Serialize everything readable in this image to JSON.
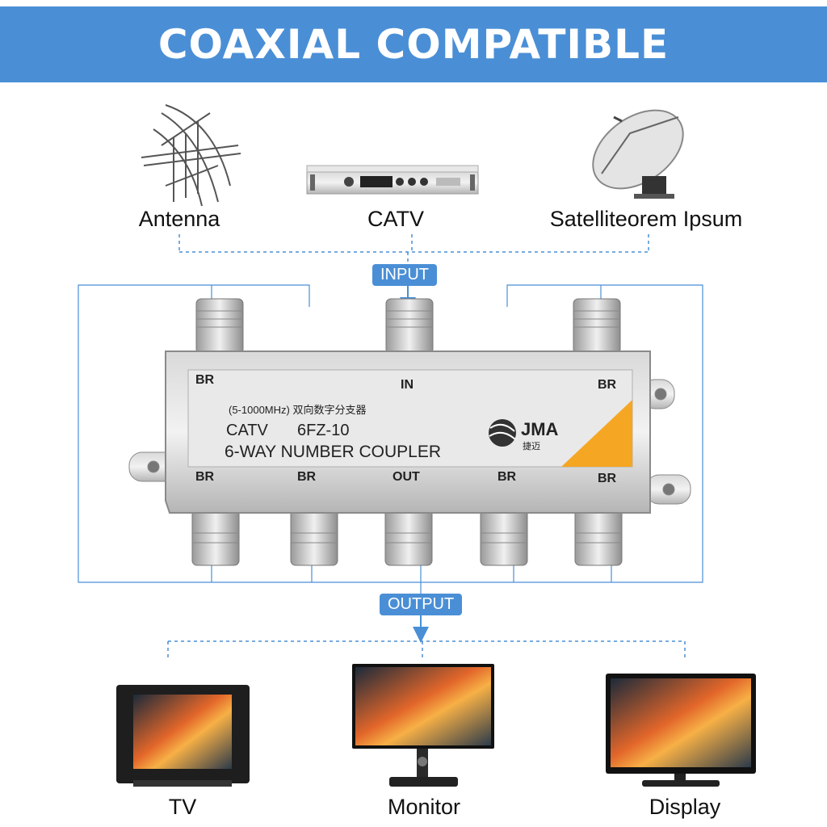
{
  "banner": {
    "title": "COAXIAL COMPATIBLE",
    "color": "#4a8fd6"
  },
  "sources": [
    {
      "label": "Antenna",
      "icon": "antenna-icon"
    },
    {
      "label": "CATV",
      "icon": "catv-receiver-icon"
    },
    {
      "label": "Satelliteorem Ipsum",
      "icon": "satellite-dish-icon"
    }
  ],
  "input_label": "INPUT",
  "output_label": "OUTPUT",
  "device": {
    "spec": "(5-1000MHz) 双向数字分支器",
    "model_left": "CATV",
    "model_right": "6FZ-10",
    "name": "6-WAY NUMBER COUPLER",
    "brand": "JMA",
    "brand_sub": "捷迈",
    "top_ports": [
      "BR",
      "IN",
      "BR"
    ],
    "bottom_ports": [
      "BR",
      "BR",
      "OUT",
      "BR",
      "BR"
    ],
    "accent_color": "#f5a623"
  },
  "outputs": [
    {
      "label": "TV",
      "icon": "crt-tv-icon"
    },
    {
      "label": "Monitor",
      "icon": "monitor-icon"
    },
    {
      "label": "Display",
      "icon": "display-icon"
    }
  ]
}
